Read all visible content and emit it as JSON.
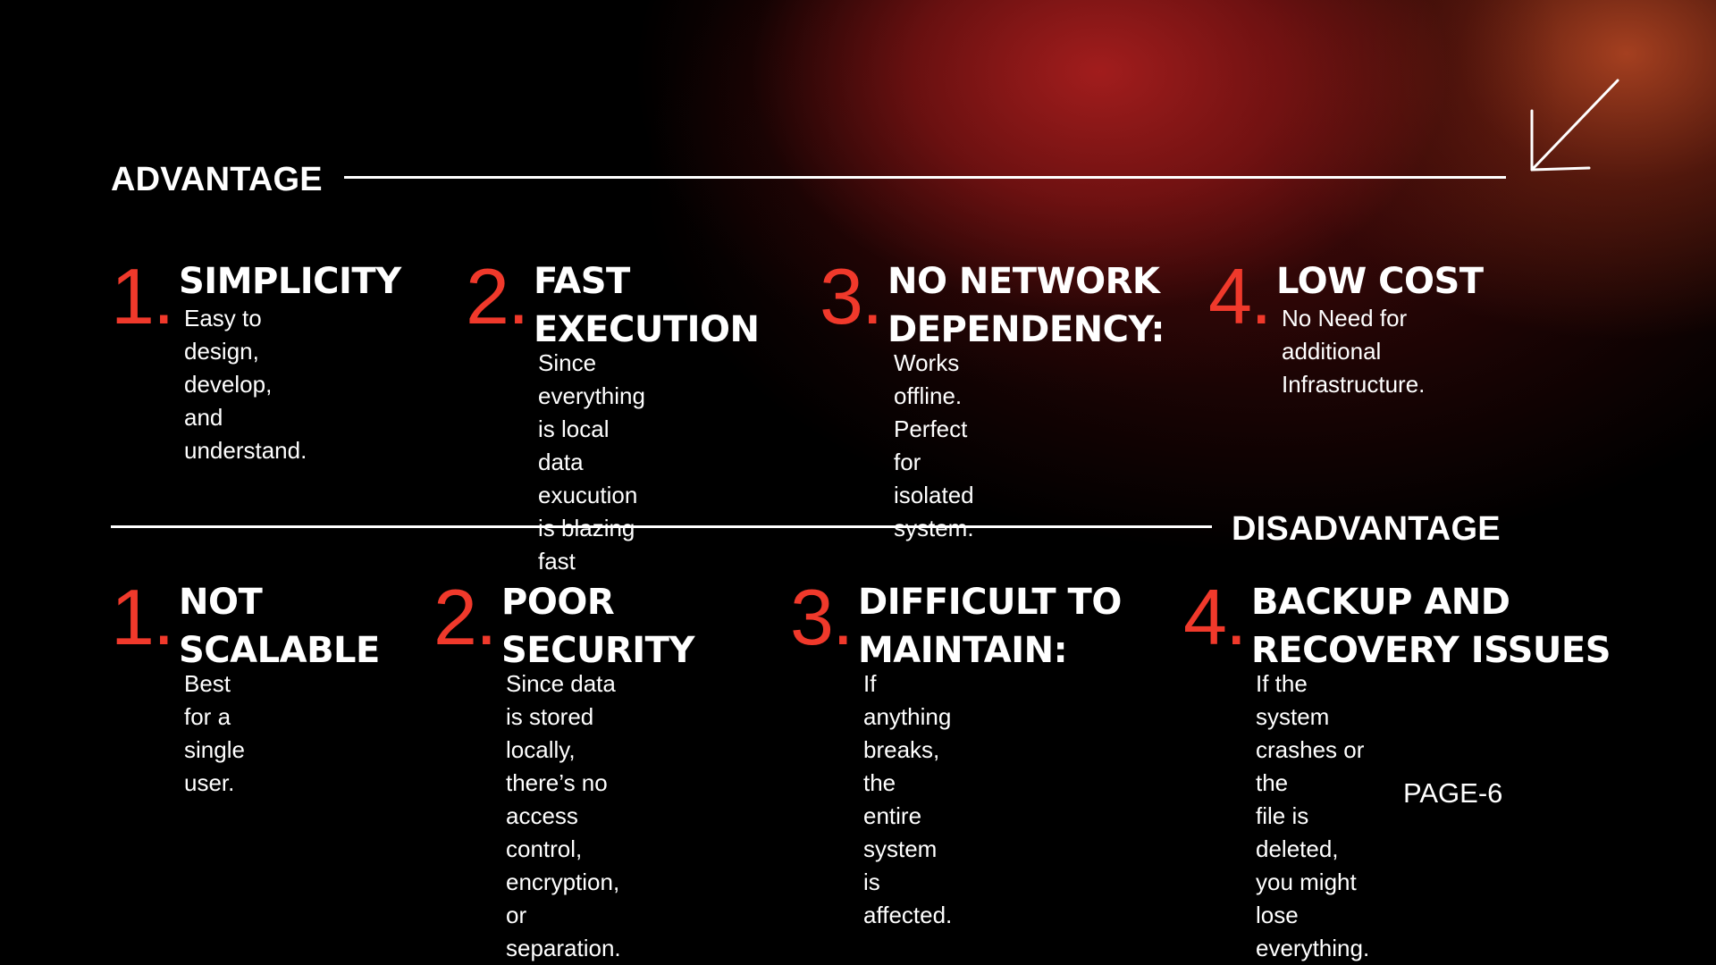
{
  "advantage": {
    "heading": "ADVANTAGE",
    "items": [
      {
        "number": "1.",
        "title_lines": [
          "SIMPLICITY"
        ],
        "desc_lines": [
          "Easy to design, develop,",
          "and understand."
        ]
      },
      {
        "number": "2.",
        "title_lines": [
          "FAST",
          "EXECUTION"
        ],
        "desc_lines": [
          "Since everything is local data",
          "exucution is blazing fast"
        ]
      },
      {
        "number": "3.",
        "title_lines": [
          "NO NETWORK",
          "DEPENDENCY:"
        ],
        "desc_lines": [
          "Works offline. Perfect for",
          "isolated system."
        ]
      },
      {
        "number": "4.",
        "title_lines": [
          "LOW COST"
        ],
        "desc_lines": [
          "No Need for additional",
          "Infrastructure."
        ]
      }
    ]
  },
  "disadvantage": {
    "heading": "DISADVANTAGE",
    "items": [
      {
        "number": "1.",
        "title_lines": [
          "NOT",
          "SCALABLE"
        ],
        "desc_lines": [
          "Best for a single user."
        ]
      },
      {
        "number": "2.",
        "title_lines": [
          "POOR",
          "SECURITY"
        ],
        "desc_lines": [
          "Since data is stored locally,",
          "there’s no access control,",
          "encryption, or separation."
        ]
      },
      {
        "number": "3.",
        "title_lines": [
          "DIFFICULT TO",
          "MAINTAIN:"
        ],
        "desc_lines": [
          "If anything breaks, the entire",
          "system is affected."
        ]
      },
      {
        "number": "4.",
        "title_lines": [
          "BACKUP AND",
          "RECOVERY ISSUES"
        ],
        "desc_lines": [
          "If the system crashes or the",
          "file is deleted, you might lose",
          "everything."
        ]
      }
    ]
  },
  "page_label": "PAGE-6",
  "icons": {
    "corner": "arrow-down-left-icon"
  },
  "colors": {
    "accent": "#f0392b",
    "background": "#000000",
    "text": "#ffffff"
  }
}
